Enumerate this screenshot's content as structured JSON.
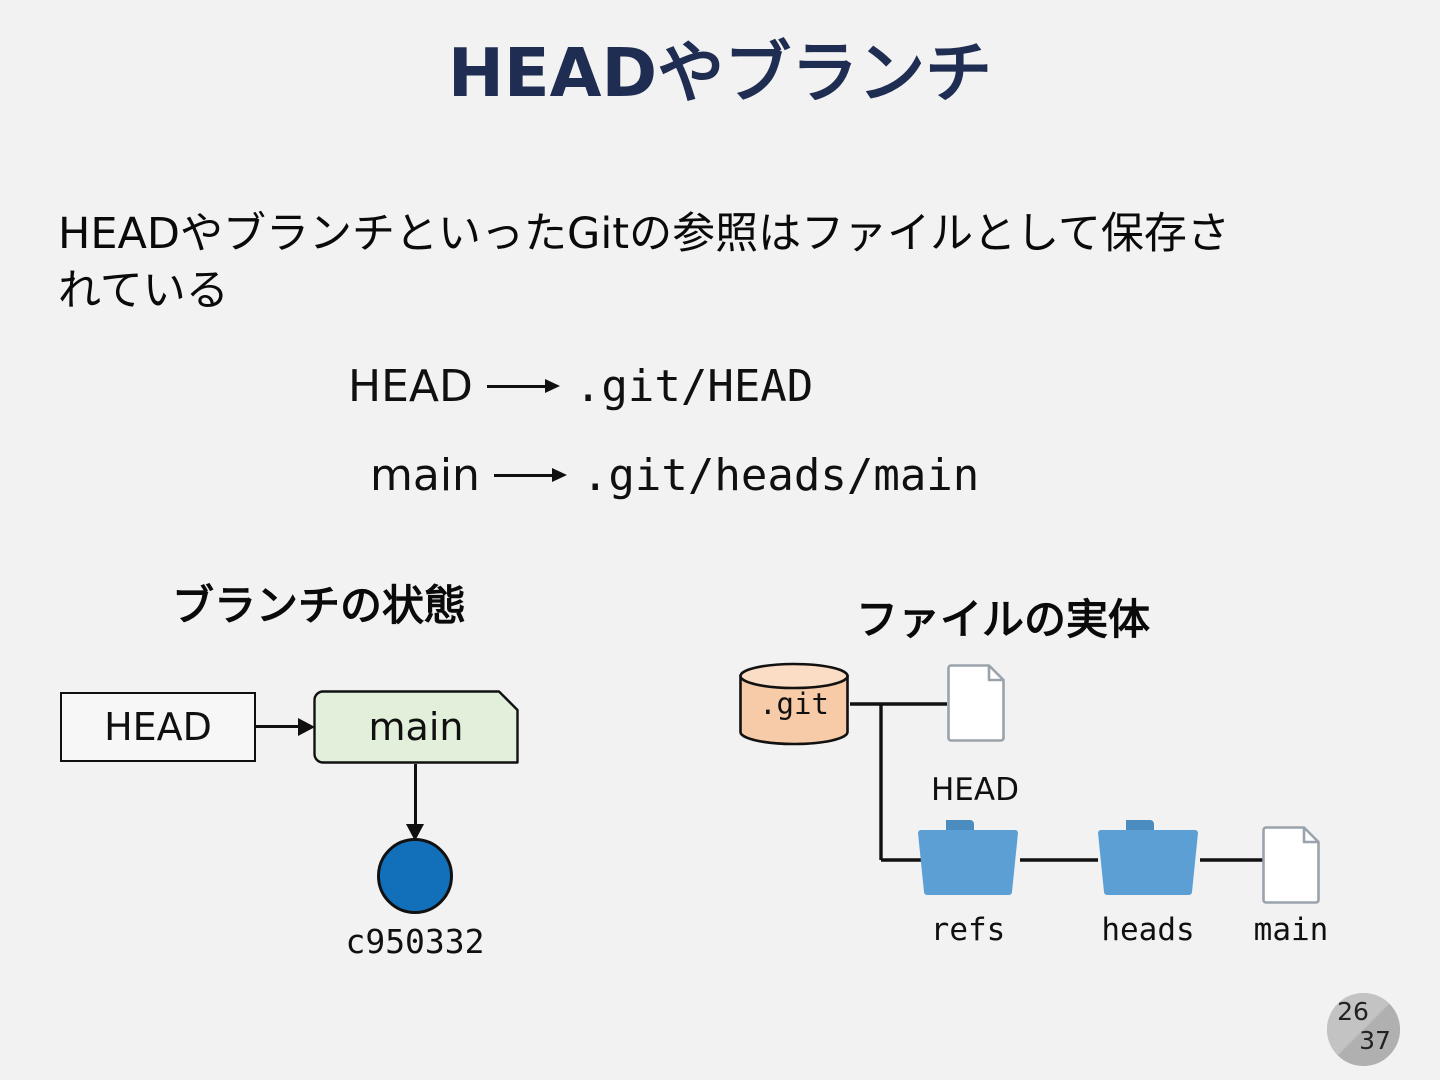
{
  "slide": {
    "title": "HEADやブランチ",
    "title_color": "#1f2d52",
    "background_color": "#f2f2f2",
    "body_text": "HEADやブランチといったGitの参照はファイルとして保存されている"
  },
  "mappings": [
    {
      "ref": "HEAD",
      "arrow": "right-arrow",
      "path": ".git/HEAD"
    },
    {
      "ref": "main",
      "arrow": "right-arrow",
      "path": ".git/heads/main"
    }
  ],
  "sections": {
    "left_heading": "ブランチの状態",
    "right_heading": "ファイルの実体"
  },
  "branch_diagram": {
    "head_box_label": "HEAD",
    "branch_tag_label": "main",
    "branch_tag_fill": "#e2efda",
    "commit_label": "c950332",
    "commit_fill": "#1270ba"
  },
  "file_tree": {
    "root_label": ".git",
    "root_fill": "#f7cba8",
    "folder_fill": "#5b9fd4",
    "nodes": [
      {
        "label": "HEAD",
        "kind": "file"
      },
      {
        "label": "refs",
        "kind": "folder"
      },
      {
        "label": "heads",
        "kind": "folder"
      },
      {
        "label": "main",
        "kind": "file"
      }
    ]
  },
  "page_badge": {
    "current": "26",
    "total": "37"
  }
}
